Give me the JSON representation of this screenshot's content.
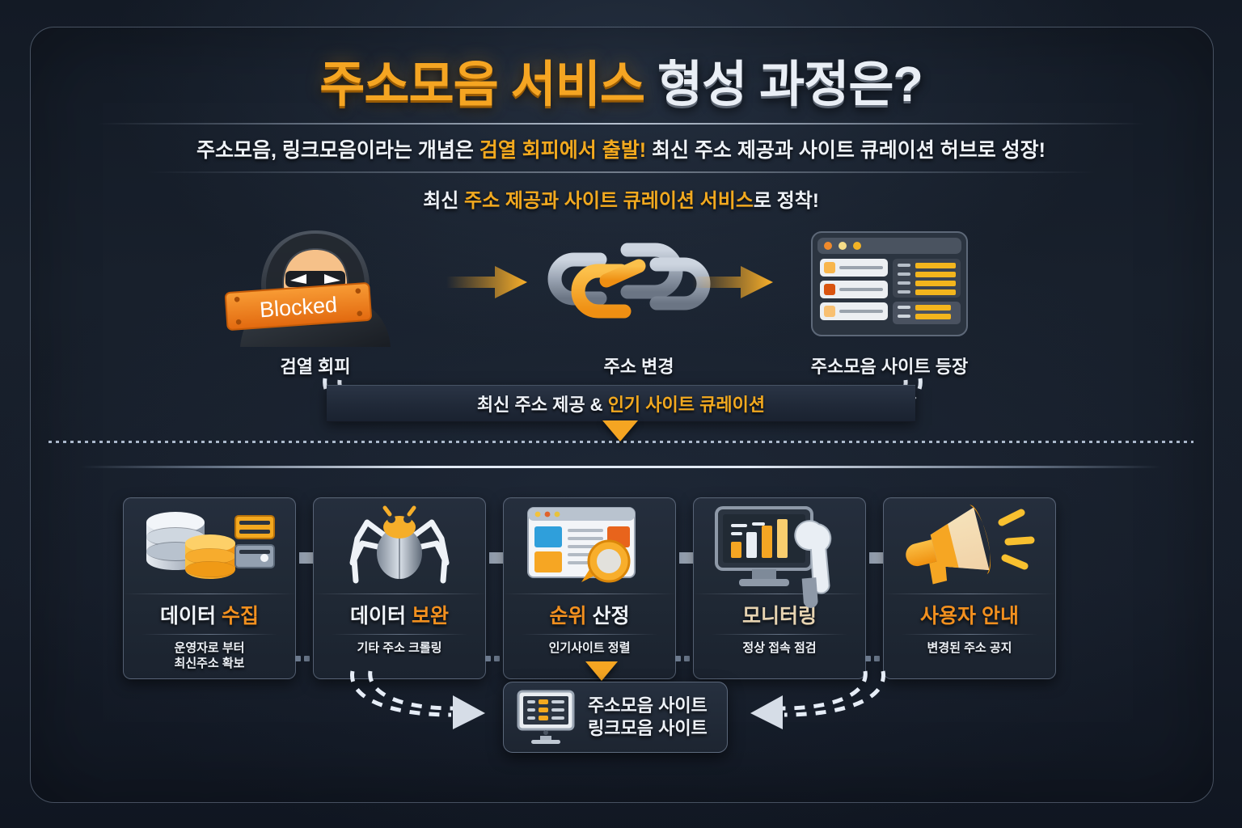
{
  "title": {
    "highlight": "주소모음 서비스",
    "rest": "형성 과정은?"
  },
  "subtitles": {
    "line1_a": "주소모음, 링크모음이라는 개념은 ",
    "line1_b": "검열 회피에서 출발!",
    "line1_c": " 최신 주소 제공과 사이트 큐레이션 허브로 성장!",
    "line2_a": "최신 ",
    "line2_b": "주소 제공과 ",
    "line2_c": "사이트 큐레이션 서비스",
    "line2_d": "로 정착!"
  },
  "top_flow": {
    "items": [
      {
        "label": "검열 회피",
        "icon": "hacker-blocked-icon",
        "badge": "Blocked"
      },
      {
        "label": "주소 변경",
        "icon": "chain-link-icon"
      },
      {
        "label": "주소모음 사이트 등장",
        "icon": "browser-window-icon"
      }
    ]
  },
  "band": {
    "text_white": "최신 주소 제공 & ",
    "text_orange": "인기 사이트 큐레이션"
  },
  "cards": [
    {
      "title_a": "데이터 ",
      "title_b": "수집",
      "title_b_color": "orange",
      "sub_line1": "운영자로 부터",
      "sub_line2": "최신주소 확보",
      "icon": "database-stack-icon"
    },
    {
      "title_a": "데이터 ",
      "title_b": "보완",
      "title_b_color": "orange",
      "sub_line1": "기타 주소 크롤링",
      "sub_line2": "",
      "icon": "spider-crawler-icon"
    },
    {
      "title_a": "순위 ",
      "title_b": "산정",
      "title_b_color": "white-first",
      "sub_line1": "인기사이트 정렬",
      "sub_line2": "",
      "icon": "browser-magnifier-icon"
    },
    {
      "title_a": "모니터링",
      "title_b": "",
      "title_b_color": "cream",
      "sub_line1": "정상 접속 점검",
      "sub_line2": "",
      "icon": "monitor-chart-wrench-icon"
    },
    {
      "title_a": "사용자 안내",
      "title_b": "",
      "title_b_color": "orange",
      "sub_line1": "변경된 주소 공지",
      "sub_line2": "",
      "icon": "megaphone-icon"
    }
  ],
  "bottom_box": {
    "line1": "주소모음 사이트",
    "line2": "링크모음 사이트",
    "icon": "desktop-monitor-list-icon"
  },
  "colors": {
    "orange": "#f2a91f",
    "orange_deep": "#f2901f",
    "white": "#eef2f8",
    "cream": "#e7d4b2",
    "background": "#161d29",
    "card_border": "#96a6be"
  }
}
